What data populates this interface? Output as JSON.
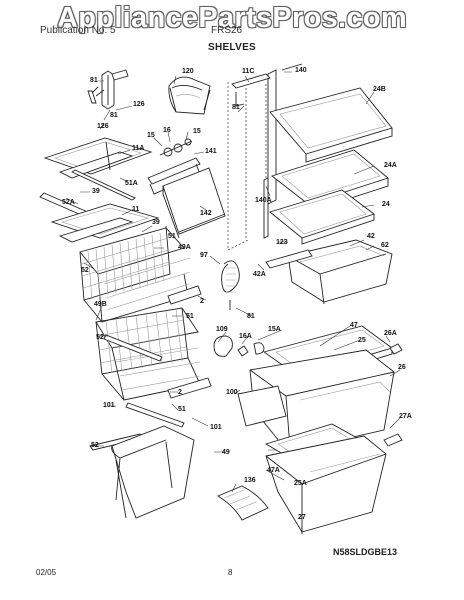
{
  "watermark": "AppliancePartsPros.com",
  "header": {
    "left": "Publication No. 5",
    "mid": "FRS26",
    "title": "SHELVES"
  },
  "footer": {
    "model": "N58SLDGBE13",
    "date": "02/05",
    "page": "8"
  },
  "callouts": {
    "81a": "81",
    "126a": "126",
    "81b": "81",
    "126b": "126",
    "120": "120",
    "11C": "11C",
    "140": "140",
    "81c": "81",
    "24B": "24B",
    "11A": "11A",
    "15a": "15",
    "16": "16",
    "15b": "15",
    "141": "141",
    "51A": "51A",
    "39a": "39",
    "52A": "52A",
    "24A": "24A",
    "140A": "140A",
    "142": "142",
    "24": "24",
    "11": "11",
    "39b": "39",
    "51a": "51",
    "49A": "49A",
    "97": "97",
    "123": "123",
    "42": "42",
    "62": "62",
    "42A": "42A",
    "52a": "52",
    "2a": "2",
    "81d": "81",
    "49B": "49B",
    "51b": "51",
    "109": "109",
    "15A": "15A",
    "47": "47",
    "26A": "26A",
    "52b": "52",
    "16A": "16A",
    "25": "25",
    "26": "26",
    "100": "100",
    "101a": "101",
    "51c": "51",
    "2b": "2",
    "101b": "101",
    "27A": "27A",
    "49": "49",
    "52c": "52",
    "47A": "47A",
    "136": "136",
    "25A": "25A",
    "27": "27"
  }
}
